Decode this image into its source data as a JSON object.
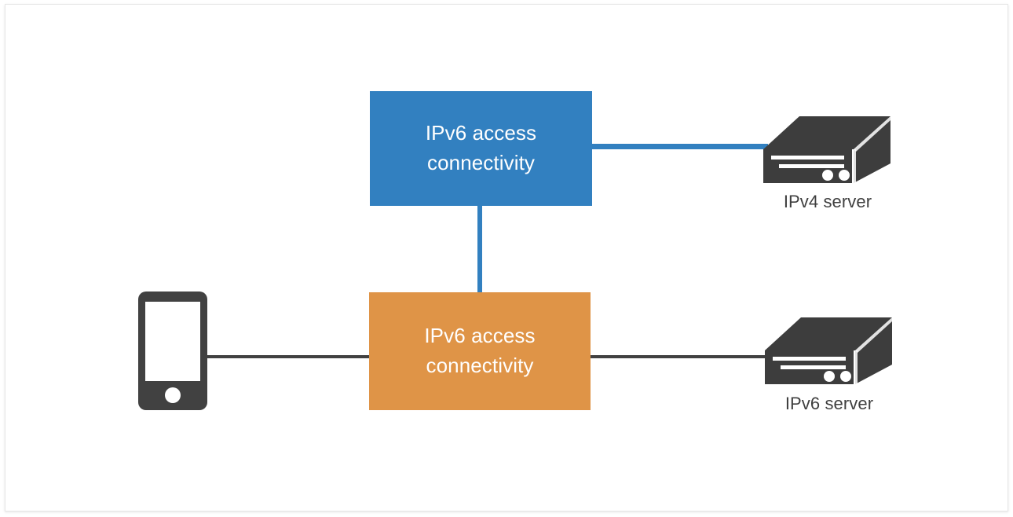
{
  "diagram": {
    "title": "IPv6 access connectivity network diagram",
    "background": "#ffffff",
    "colors": {
      "blue": "#3280c0",
      "orange": "#df9447",
      "dark": "#3d3d3d",
      "line_dark": "#414141",
      "text_dark": "#3f3f3f",
      "box_text": "#ffffff"
    },
    "nodes": {
      "upper_box": {
        "label": "IPv6 access\nconnectivity",
        "fill": "#3280c0"
      },
      "lower_box": {
        "label": "IPv6 access\nconnectivity",
        "fill": "#df9447"
      },
      "phone": {
        "icon": "mobile-phone-icon",
        "label": ""
      },
      "server_ipv4": {
        "icon": "server-icon",
        "label": "IPv4 server"
      },
      "server_ipv6": {
        "icon": "server-icon",
        "label": "IPv6 server"
      }
    },
    "edges": [
      {
        "name": "upper-box-to-ipv4-server",
        "color": "#3280c0",
        "orientation": "horizontal"
      },
      {
        "name": "upper-box-to-lower-box",
        "color": "#3280c0",
        "orientation": "vertical"
      },
      {
        "name": "phone-to-lower-box",
        "color": "#414141",
        "orientation": "horizontal"
      },
      {
        "name": "lower-box-to-ipv6-server",
        "color": "#414141",
        "orientation": "horizontal"
      }
    ]
  }
}
